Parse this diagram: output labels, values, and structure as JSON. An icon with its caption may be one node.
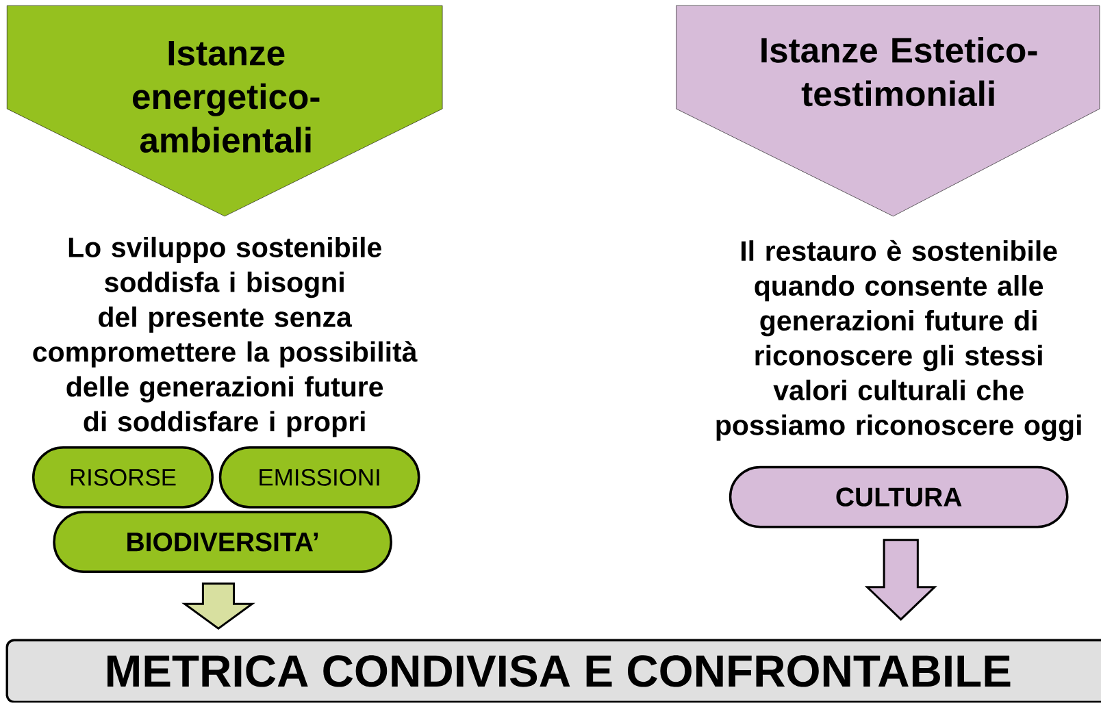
{
  "diagram": {
    "nodes": [
      {
        "text": [
          "Istanze energetico-ambientali"
        ]
      },
      {
        "text": [
          "Istanze Estetico-testimoniali"
        ]
      },
      {
        "text": [
          "RISORSE"
        ]
      },
      {
        "text": [
          "EMISSIONI"
        ]
      },
      {
        "text": [
          "BIODIVERSITA’"
        ]
      },
      {
        "text": [
          "CULTURA"
        ]
      },
      {
        "text": [
          "METRICA CONDIVISA E CONFRONTABILE"
        ]
      }
    ],
    "edges": [
      {
        "from": 4,
        "to": 6,
        "arrow": "to"
      },
      {
        "from": 5,
        "to": 6,
        "arrow": "to"
      }
    ],
    "labels": [
      "Lo sviluppo sostenibile soddisfa i bisogni del presente senza compromettere la possibilità delle generazioni future di soddisfare i propri",
      "Il restauro è sostenibile quando consente alle generazioni future di riconoscere gli stessi valori culturali che possiamo riconoscere oggi"
    ]
  }
}
